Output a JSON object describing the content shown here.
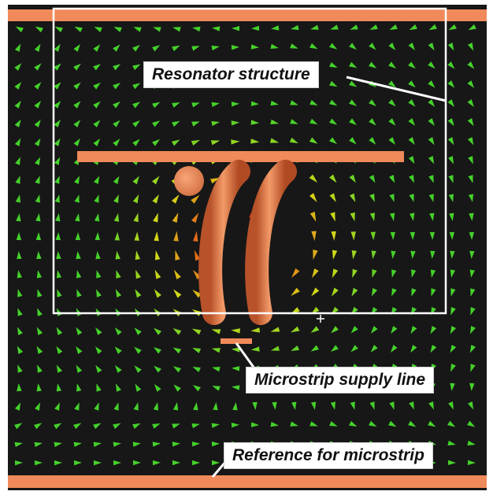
{
  "labels": {
    "resonator": "Resonator structure",
    "microstrip_supply": "Microstrip supply line",
    "reference": "Reference for microstrip"
  },
  "colors": {
    "background": "#171717",
    "metal": "#f08a5a",
    "coil": "#e8794a",
    "frame": "#ffffff",
    "field_low": "#45d12b",
    "field_mid": "#d8d818",
    "field_high": "#e8331a"
  }
}
